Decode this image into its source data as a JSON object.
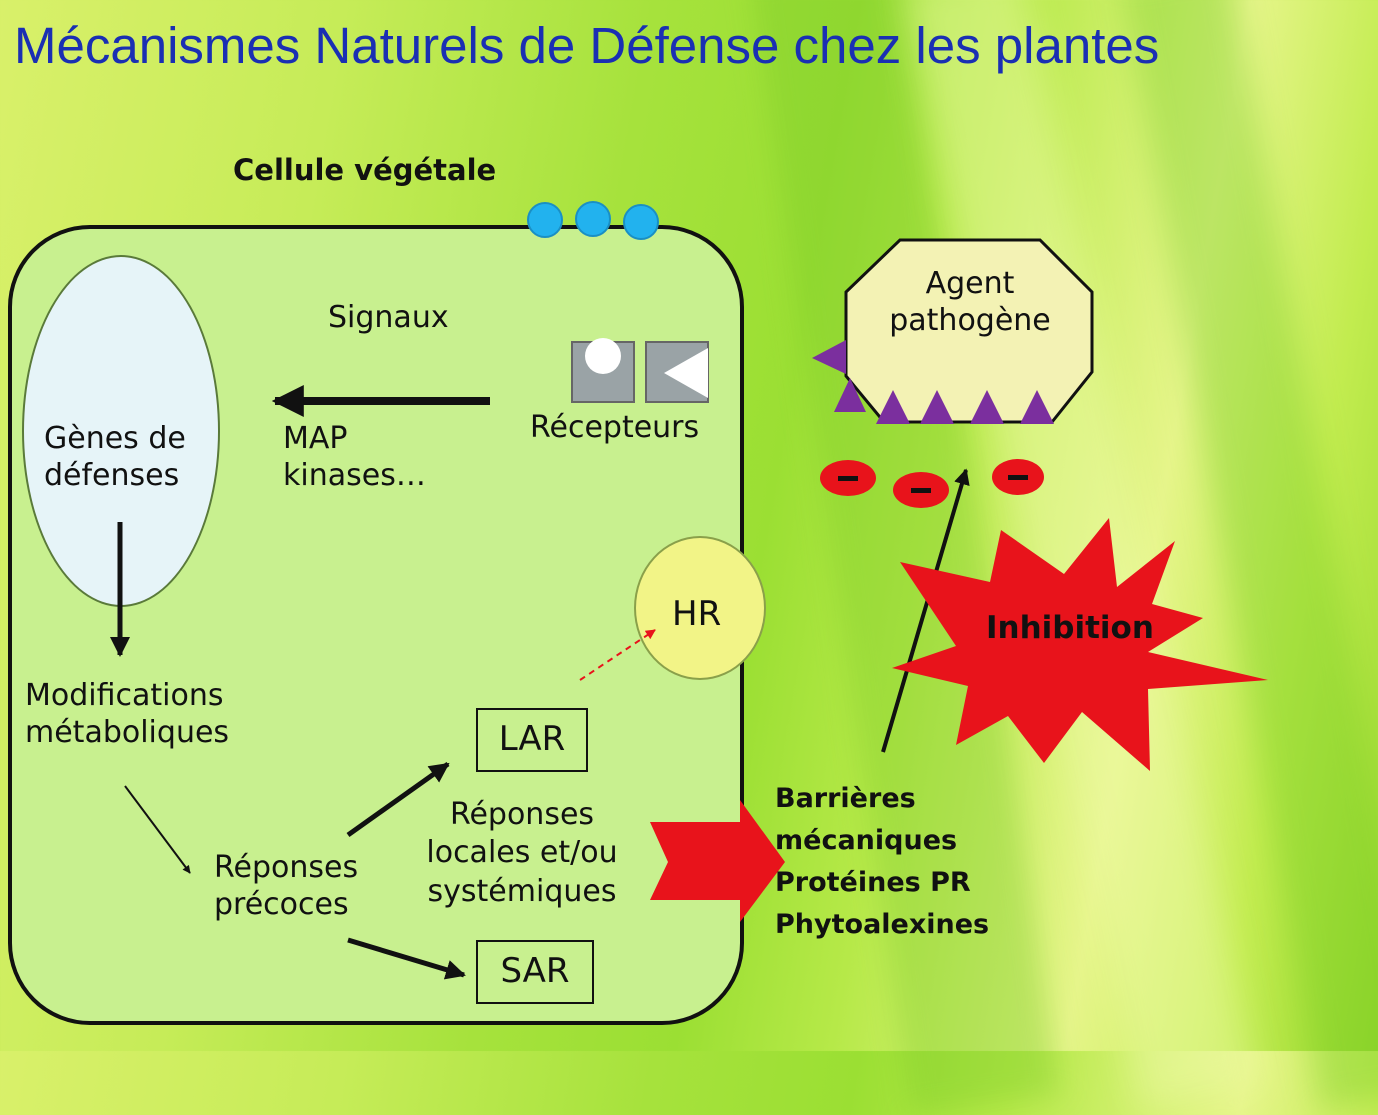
{
  "title": "Mécanismes Naturels de Défense chez les plantes",
  "cell": {
    "label": "Cellule végétale",
    "genes": [
      "Gènes de",
      "défenses"
    ],
    "signals": "Signaux",
    "kinases": [
      "MAP",
      "kinases…"
    ],
    "receptors": "Récepteurs",
    "hr": "HR",
    "modifications": [
      "Modifications",
      "métaboliques"
    ],
    "early_responses": [
      "Réponses",
      "précoces"
    ],
    "lar": "LAR",
    "sar": "SAR",
    "responses": [
      "Réponses",
      "locales et/ou",
      "systémiques"
    ]
  },
  "pathogen": [
    "Agent",
    "pathogène"
  ],
  "inhibition": "Inhibition",
  "defenses": [
    "Barrières",
    "mécaniques",
    "Protéines PR",
    "Phytoalexines"
  ],
  "colors": {
    "title": "#1a2fb3",
    "cell_fill": "#c8f08f",
    "pathogen_fill": "#f3f2b4",
    "spike": "#7b2f9e",
    "red": "#e8131b",
    "receptor_dot": "#22b2ee"
  }
}
